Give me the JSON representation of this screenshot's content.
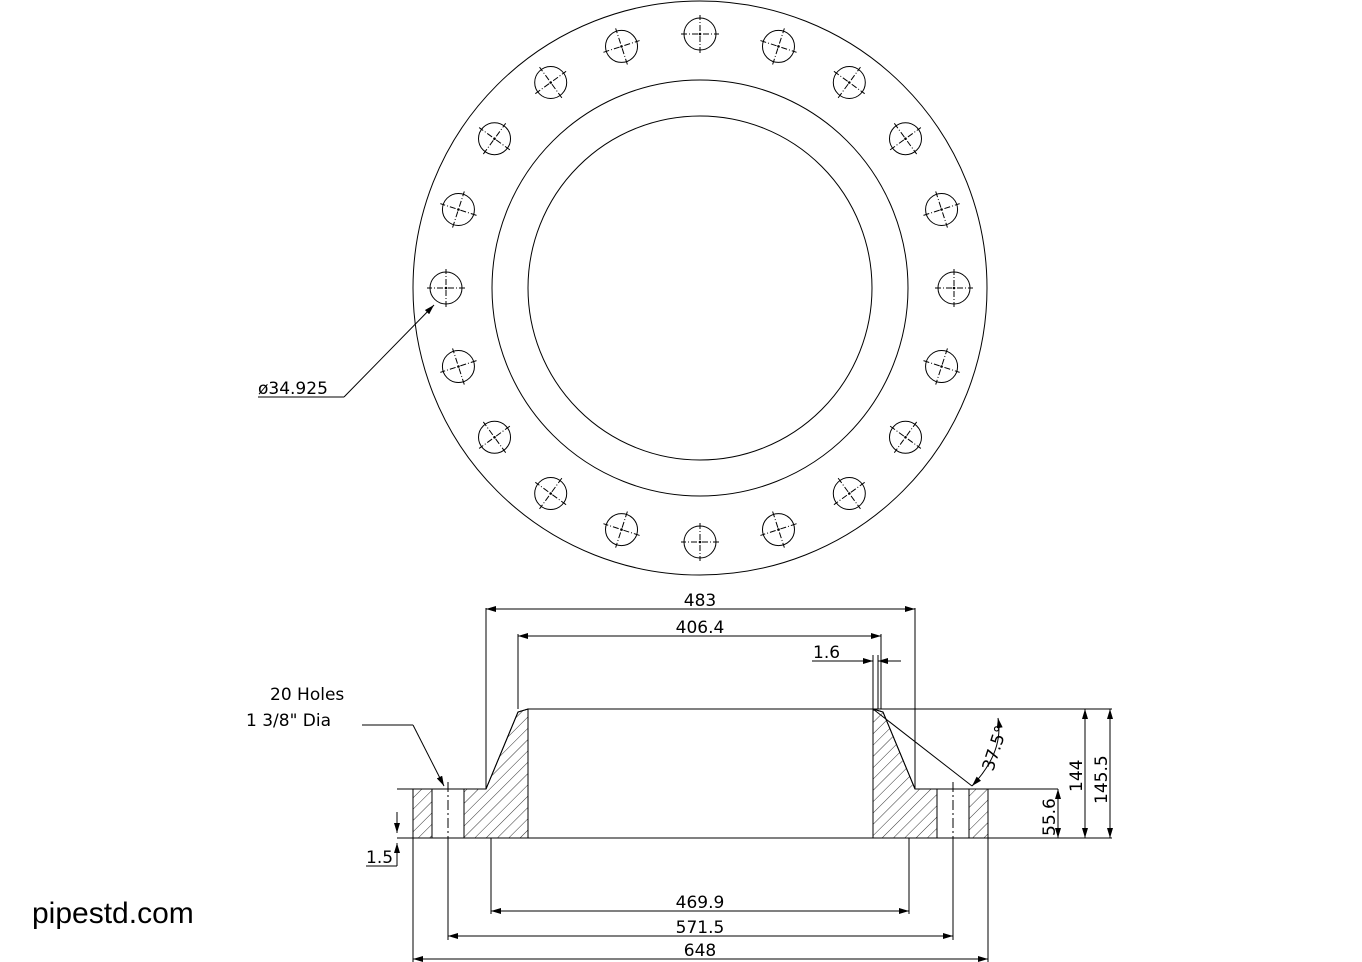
{
  "top_view": {
    "bolt_hole_dia_label": "ø34.925",
    "bolt_hole_count": 20
  },
  "section_view": {
    "hub_od_label": "483",
    "bore_label": "406.4",
    "raised_face_height_label": "1.6",
    "holes_note_line1": "20 Holes",
    "holes_note_line2": "1 3/8\" Dia",
    "bevel_angle_label": "37.5°",
    "length_label": "144",
    "total_length_label": "145.5",
    "thickness_label": "55.6",
    "rf_offset_label": "1.5",
    "raised_face_dia_label": "469.9",
    "bolt_circle_label": "571.5",
    "flange_od_label": "648"
  },
  "brand": {
    "text": "pipestd.com"
  }
}
